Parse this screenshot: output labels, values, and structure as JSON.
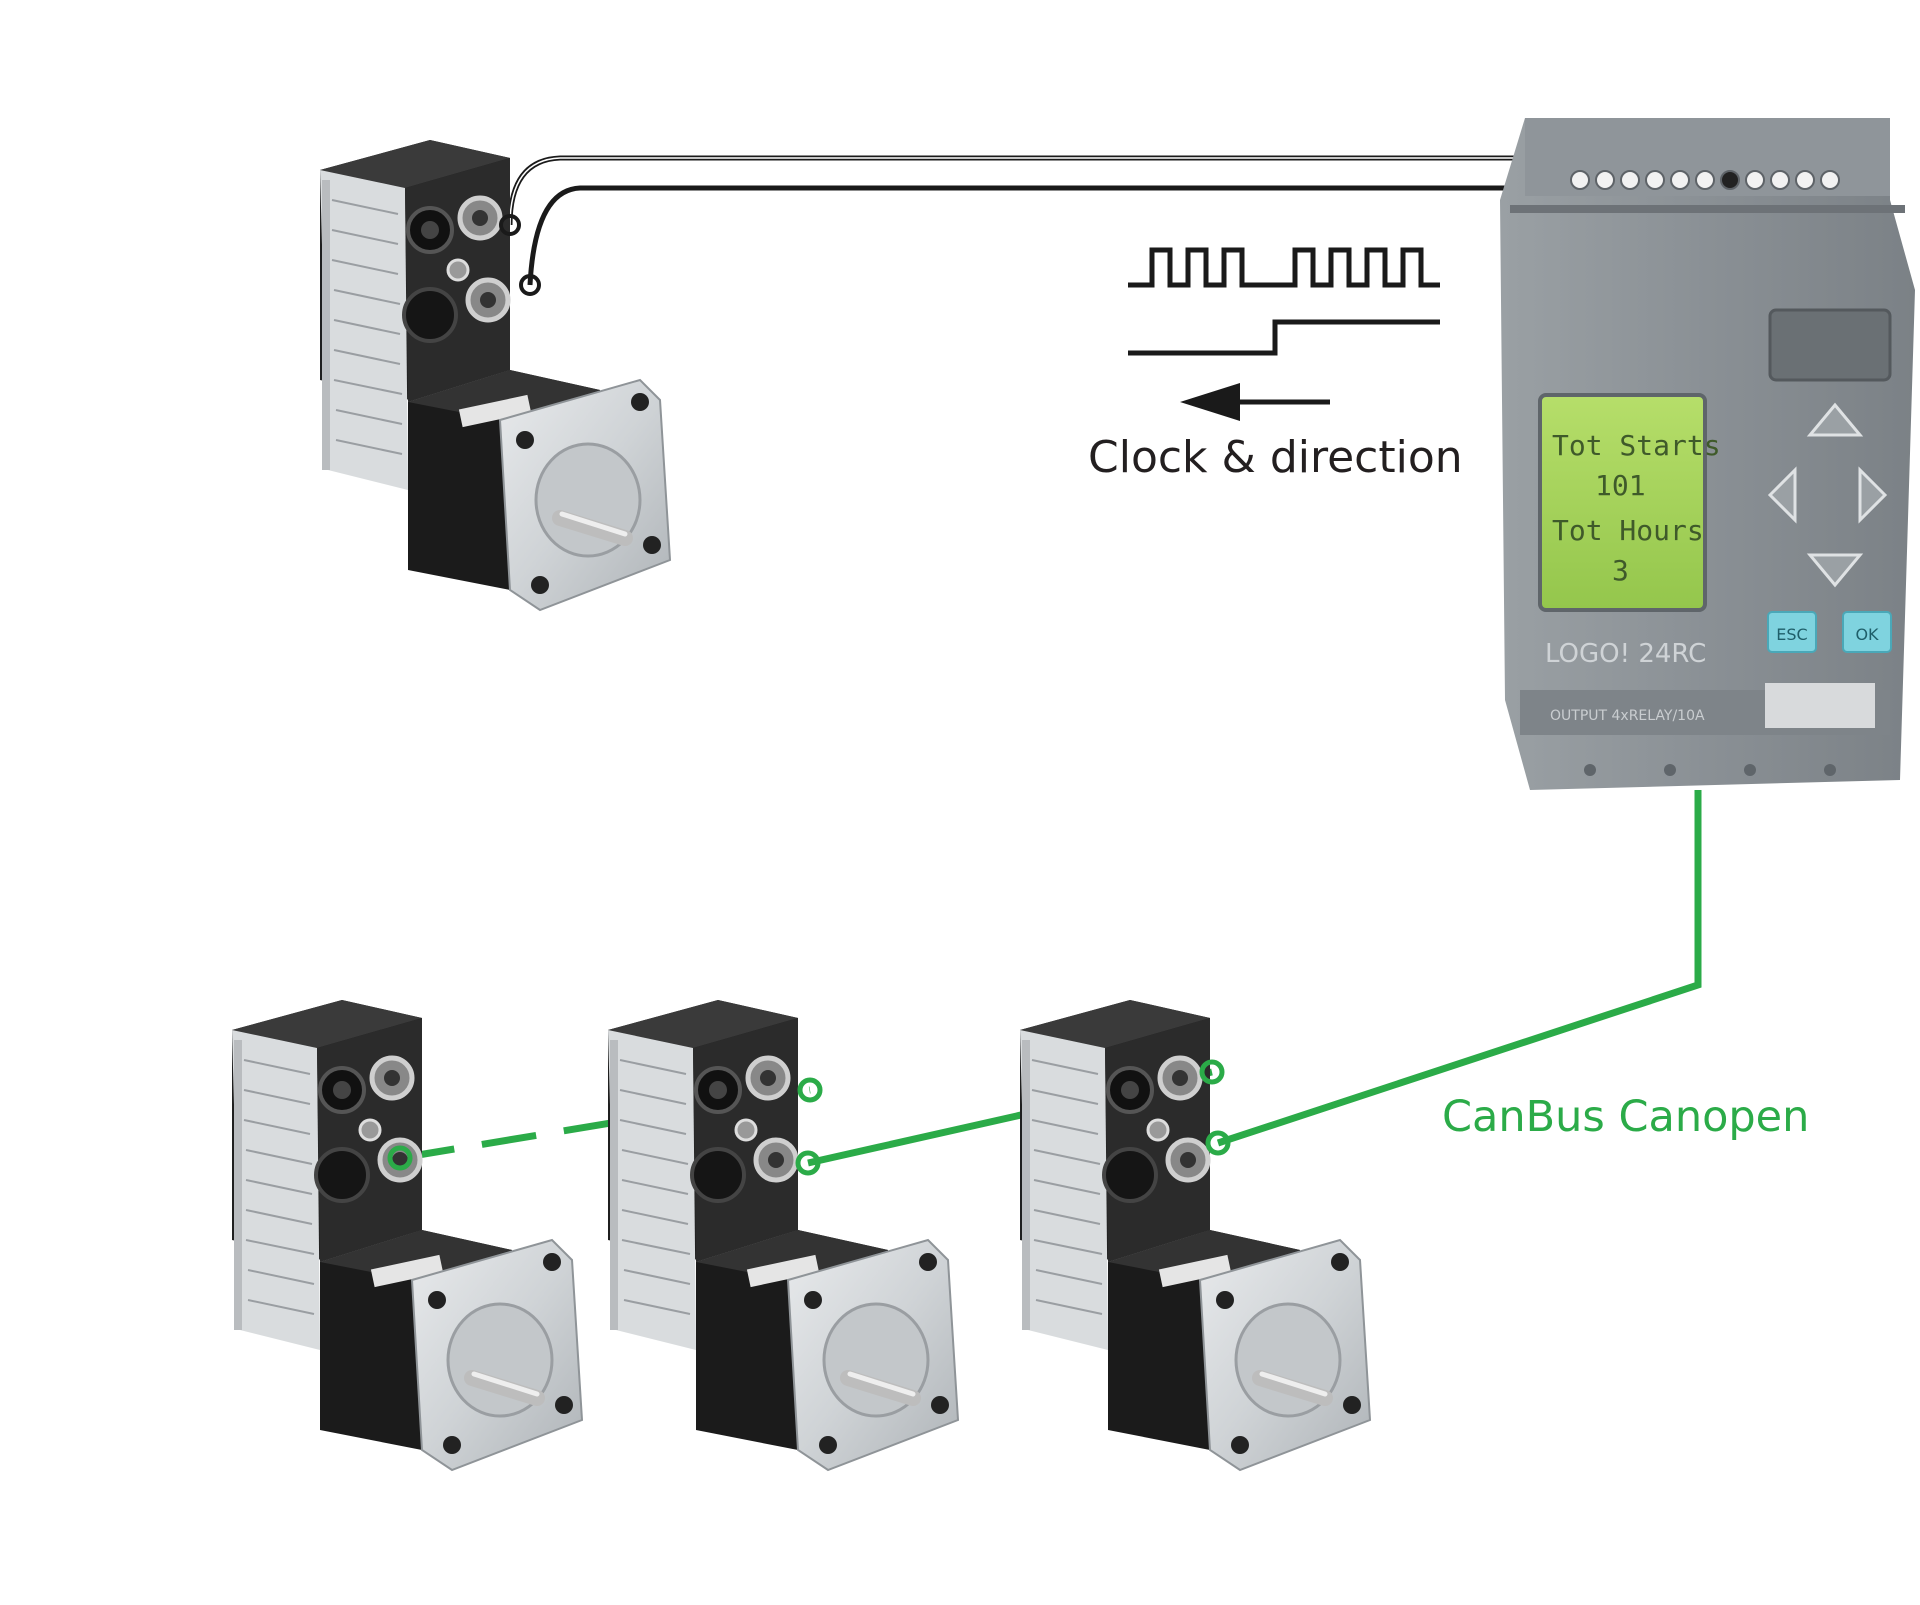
{
  "labels": {
    "clock_direction": "Clock & direction",
    "canbus": "CanBus Canopen"
  },
  "plc": {
    "screen_lines": [
      "Tot Starts",
      "101",
      "Tot Hours",
      "3"
    ],
    "esc_label": "ESC",
    "ok_label": "OK",
    "brand": "LOGO! 24RC",
    "bottom_label": "OUTPUT 4xRELAY/10A"
  },
  "colors": {
    "canbus_line": "#2bab48",
    "clock_line": "#1a1a1a",
    "plc_body": "#8c9398",
    "lcd": "#a6d35a",
    "button": "#7fd3df",
    "motor_body": "#262626",
    "motor_flange": "#cfd3d6"
  }
}
